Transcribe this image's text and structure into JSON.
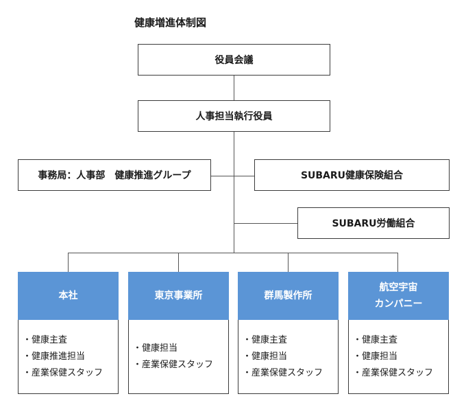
{
  "title": "健康増進体制図",
  "boxes": {
    "board": "役員会議",
    "officer": "人事担当執行役員",
    "secretariat": "事務局：人事部　健康推進グループ",
    "health_insurance": "SUBARU健康保険組合",
    "labor_union": "SUBARU労働組合"
  },
  "branches": [
    {
      "name_line1": "本社",
      "name_line2": "",
      "items": [
        "・健康主査",
        "・健康推進担当",
        "・産業保健スタッフ"
      ]
    },
    {
      "name_line1": "東京事業所",
      "name_line2": "",
      "items": [
        "・健康担当",
        "・産業保健スタッフ"
      ]
    },
    {
      "name_line1": "群馬製作所",
      "name_line2": "",
      "items": [
        "・健康主査",
        "・健康担当",
        "・産業保健スタッフ"
      ]
    },
    {
      "name_line1": "航空宇宙",
      "name_line2": "カンパニー",
      "items": [
        "・健康主査",
        "・健康担当",
        "・産業保健スタッフ"
      ]
    }
  ],
  "colors": {
    "branch_header": "#5b95d6",
    "border": "#3a3a3a"
  }
}
